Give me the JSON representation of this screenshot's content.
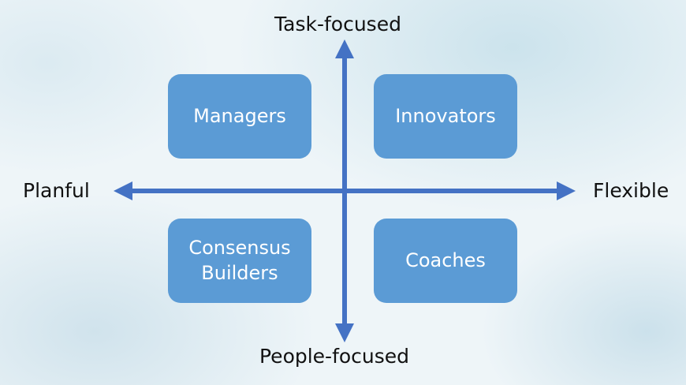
{
  "axes": {
    "top": "Task-focused",
    "bottom": "People-focused",
    "left": "Planful",
    "right": "Flexible"
  },
  "quadrants": {
    "top_left": "Managers",
    "top_right": "Innovators",
    "bottom_left": "Consensus Builders",
    "bottom_right": "Coaches"
  },
  "colors": {
    "axis": "#4472c4",
    "box": "#5b9bd5"
  }
}
